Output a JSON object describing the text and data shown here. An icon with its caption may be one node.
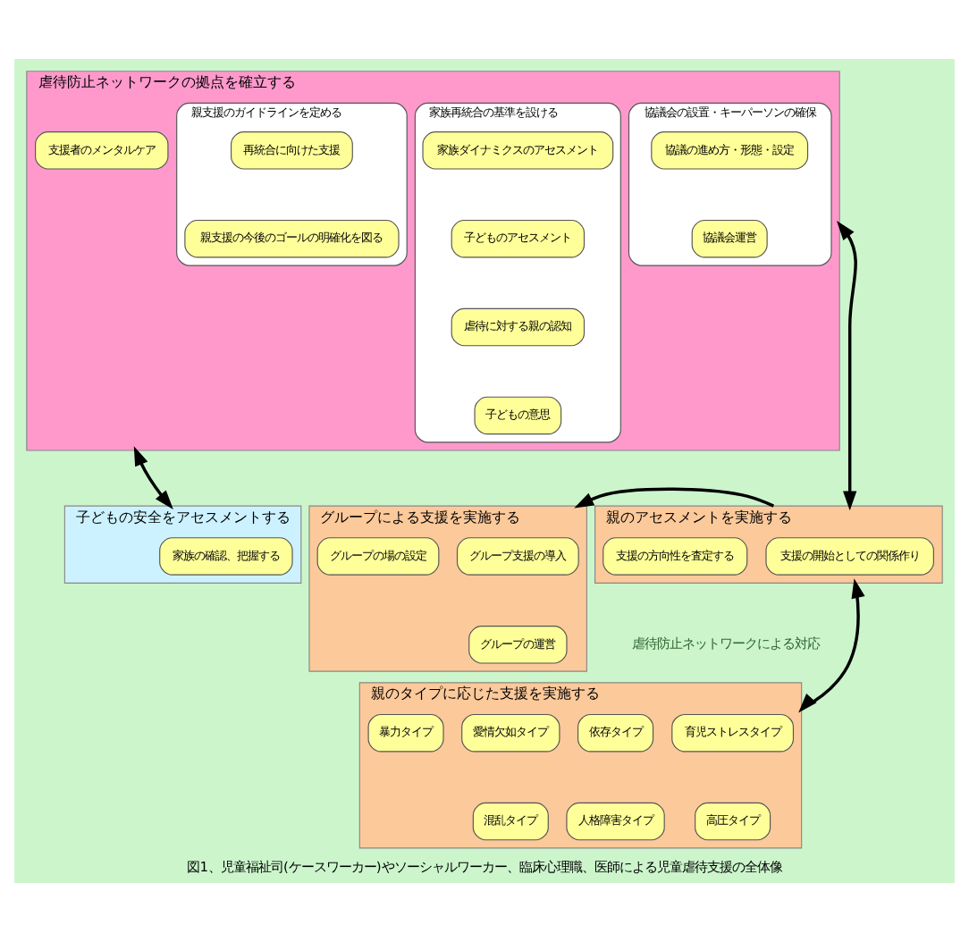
{
  "diagram": {
    "caption": "図1、児童福祉司(ケースワーカー)やソーシャルワーカー、臨床心理職、医師による児童虐待支援の全体像",
    "nodes": [
      {
        "text": [
          "虐待防止ネットワークの拠点を確立する"
        ]
      },
      {
        "text": [
          "支援者のメンタルケア"
        ],
        "in": 0
      },
      {
        "text": [
          "協議会の設置・キーパーソンの確保"
        ],
        "in": 0
      },
      {
        "text": [
          "協議の進め方・形態・設定"
        ],
        "in": 2
      },
      {
        "text": [
          "協議会運営"
        ],
        "in": 2
      },
      {
        "text": [
          "家族再統合の基準を設ける"
        ],
        "in": 0
      },
      {
        "text": [
          "家族ダイナミクスのアセスメント"
        ],
        "in": 5
      },
      {
        "text": [
          "子どものアセスメント"
        ],
        "in": 5
      },
      {
        "text": [
          "虐待に対する親の認知"
        ],
        "in": 5
      },
      {
        "text": [
          "子どもの意思"
        ],
        "in": 5
      },
      {
        "text": [
          "親支援のガイドラインを定める"
        ],
        "in": 0
      },
      {
        "text": [
          "再統合に向けた支援"
        ],
        "in": 10
      },
      {
        "text": [
          "親支援の今後のゴールの明確化を図る"
        ],
        "in": 10
      },
      {
        "text": [
          "子どもの安全をアセスメントする"
        ]
      },
      {
        "text": [
          "家族の確認、把握する"
        ],
        "in": 13
      },
      {
        "text": [
          "親のアセスメントを実施する"
        ]
      },
      {
        "text": [
          "支援の開始としての関係作り"
        ],
        "in": 15
      },
      {
        "text": [
          "支援の方向性を査定する"
        ],
        "in": 15
      },
      {
        "text": [
          "グループによる支援を実施する"
        ]
      },
      {
        "text": [
          "グループ支援の導入"
        ],
        "in": 18
      },
      {
        "text": [
          "グループの場の設定"
        ],
        "in": 18
      },
      {
        "text": [
          "グループの運営"
        ],
        "in": 18
      },
      {
        "text": [
          "親のタイプに応じた支援を実施する"
        ]
      },
      {
        "text": [
          "育児ストレスタイプ"
        ],
        "in": 22
      },
      {
        "text": [
          "依存タイプ"
        ],
        "in": 22
      },
      {
        "text": [
          "愛情欠如タイプ"
        ],
        "in": 22
      },
      {
        "text": [
          "暴力タイプ"
        ],
        "in": 22
      },
      {
        "text": [
          "高圧タイプ"
        ],
        "in": 22
      },
      {
        "text": [
          "人格障害タイプ"
        ],
        "in": 22
      },
      {
        "text": [
          "混乱タイプ"
        ],
        "in": 22
      }
    ],
    "edges": [
      {
        "from": 0,
        "to": 13,
        "arrow": "both"
      },
      {
        "from": 0,
        "to": 15,
        "arrow": "both"
      },
      {
        "from": 15,
        "to": 22,
        "arrow": "both"
      },
      {
        "from": 15,
        "to": 18,
        "arrow": "to"
      }
    ],
    "labels": [
      "虐待防止ネットワークによる対応"
    ]
  }
}
